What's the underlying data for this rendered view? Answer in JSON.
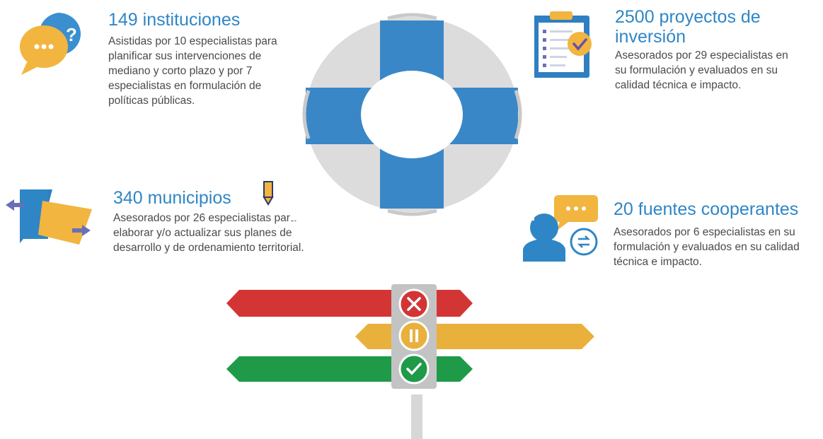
{
  "blocks": [
    {
      "title": "149 instituciones",
      "description": "Asistidas por 10 especialistas para planificar sus intervenciones de mediano y corto plazo y por 7 especialistas en formulación de políticas públicas.",
      "icon": "chat-bubbles-question-icon"
    },
    {
      "title": "2500 proyectos de inversión",
      "description": "Asesorados por 29 especialistas en su formulación y evaluados en su calidad técnica e impacto.",
      "icon": "clipboard-checklist-icon"
    },
    {
      "title": "340 municipios",
      "description": "Asesorados por 26 especialistas para elaborar y/o actualizar sus planes de desarrollo y de ordenamiento territorial.",
      "icon": "map-transfer-icon"
    },
    {
      "title": "20 fuentes cooperantes",
      "description": "Asesorados por 6 especialistas en su formulación y evaluados en su calidad técnica e impacto.",
      "icon": "support-agent-icon"
    }
  ],
  "colors": {
    "title_blue": "#2f86c6",
    "ring_blue": "#3a87c8",
    "ring_grey": "#dcdcdc",
    "sign_red": "#d33535",
    "sign_yellow": "#e9b03c",
    "sign_green": "#1f9a48"
  },
  "decor": {
    "lifebuoy": "lifebuoy-icon",
    "signpost": "traffic-light-signpost-icon"
  }
}
